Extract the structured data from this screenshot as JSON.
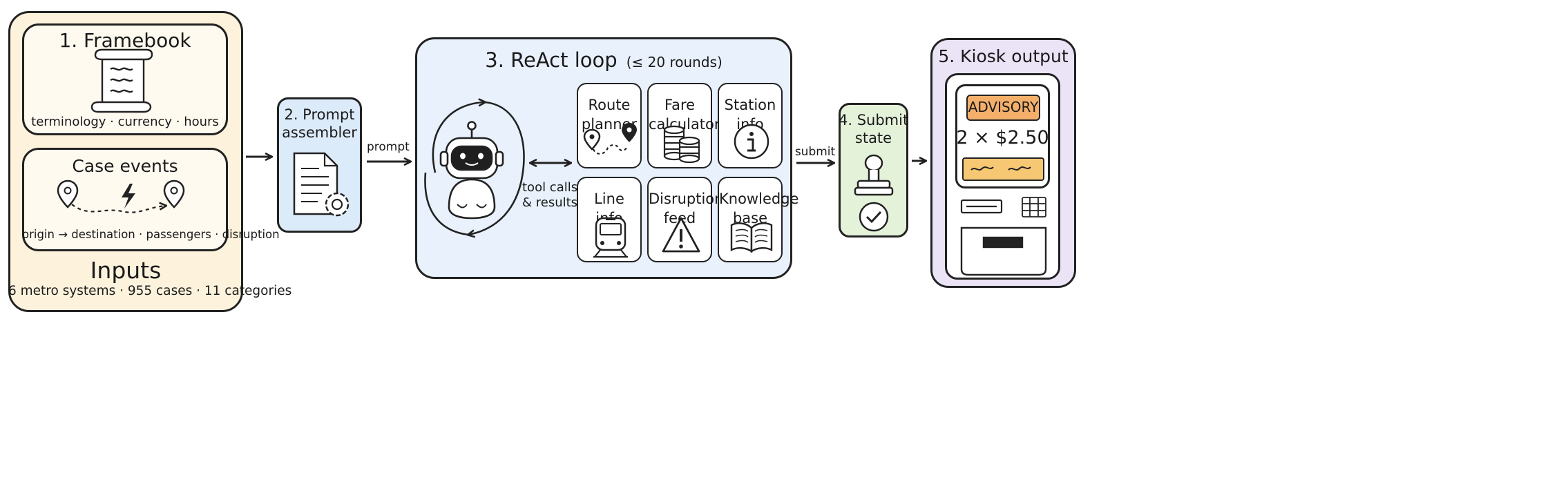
{
  "colors": {
    "inputs_fill": "#fdf3dd",
    "prompt_fill": "#dcebf9",
    "react_fill": "#e8f1fc",
    "submit_fill": "#e5f2da",
    "kiosk_fill": "#ebe3f6",
    "advisory_fill": "#f4b06a",
    "wave_fill": "#f7c873",
    "ink": "#222222"
  },
  "inputs": {
    "framebook": {
      "title": "1. Framebook",
      "caption": "terminology · currency · hours",
      "icon": "scroll-icon"
    },
    "case_events": {
      "title": "Case events",
      "caption": "origin → destination · passengers · disruption",
      "icons": [
        "location-pin-icon",
        "lightning-icon",
        "location-pin-icon"
      ]
    },
    "title": "Inputs",
    "caption": "6 metro systems · 955 cases · 11 categories"
  },
  "prompt_assembler": {
    "title_line1": "2. Prompt",
    "title_line2": "assembler",
    "icon": "document-gear-icon"
  },
  "arrows": {
    "prompt": "prompt",
    "submit": "submit",
    "tool_calls_line1": "tool calls",
    "tool_calls_line2": "& results"
  },
  "react": {
    "title": "3. ReAct loop",
    "subtitle": "(≤ 20 rounds)",
    "agent_icon": "robot-icon",
    "tools": [
      {
        "line1": "Route",
        "line2": "planner",
        "icon": "route-icon"
      },
      {
        "line1": "Fare",
        "line2": "calculator",
        "icon": "coins-icon"
      },
      {
        "line1": "Station",
        "line2": "info",
        "icon": "info-icon"
      },
      {
        "line1": "Line",
        "line2": "info",
        "icon": "train-icon"
      },
      {
        "line1": "Disruption",
        "line2": "feed",
        "icon": "warning-icon"
      },
      {
        "line1": "Knowledge",
        "line2": "base",
        "icon": "book-icon"
      }
    ]
  },
  "submit_state": {
    "title_line1": "4. Submit",
    "title_line2": "state",
    "icon": "stamp-icon"
  },
  "kiosk": {
    "title": "5. Kiosk output",
    "badge": "ADVISORY",
    "fare": "2 × $2.50",
    "icons": [
      "card-slot-icon",
      "keypad-icon",
      "ticket-slot-icon"
    ]
  }
}
